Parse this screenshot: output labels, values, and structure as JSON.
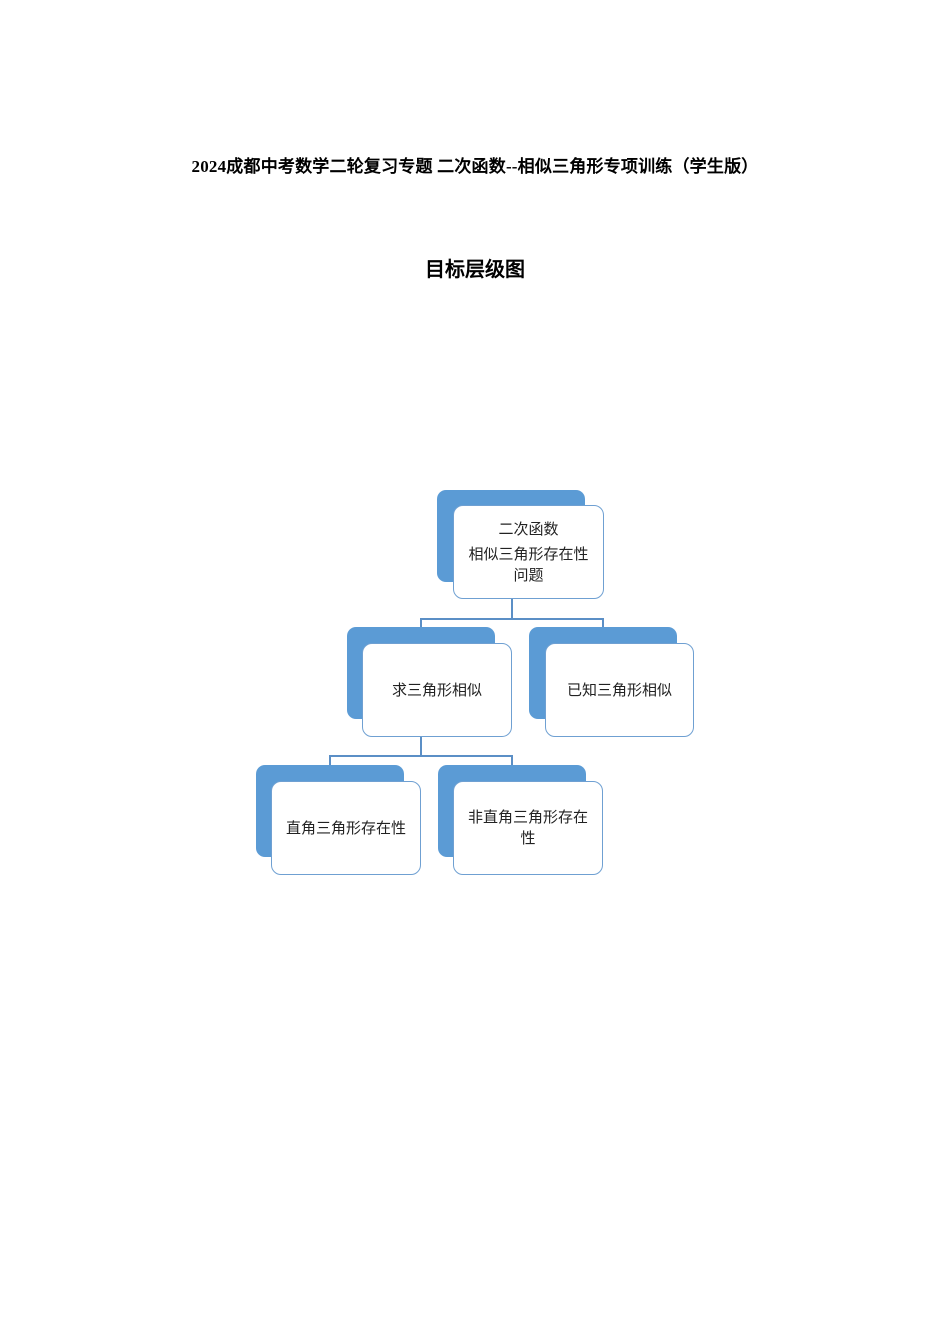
{
  "document": {
    "title": "2024成都中考数学二轮复习专题 二次函数--相似三角形专项训练（学生版）",
    "section_title": "目标层级图"
  },
  "diagram": {
    "type": "hierarchy",
    "colors": {
      "accent_back": "#5b9bd5",
      "border": "#6fa0d2",
      "connector": "#5b8fc6",
      "box_fill": "#ffffff"
    },
    "root": {
      "lines": [
        "二次函数",
        "相似三角形存在性",
        "问题"
      ]
    },
    "level2": [
      {
        "label": "求三角形相似"
      },
      {
        "label": "已知三角形相似"
      }
    ],
    "level3": [
      {
        "label": "直角三角形存在性"
      },
      {
        "label": "非直角三角形存在性"
      }
    ]
  }
}
